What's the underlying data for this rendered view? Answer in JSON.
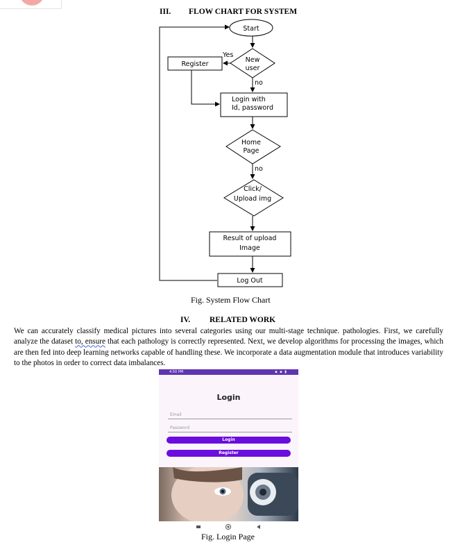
{
  "section3": {
    "number": "III.",
    "title": "FLOW CHART FOR SYSTEM"
  },
  "flowchart": {
    "start": "Start",
    "new_user": [
      "New",
      "user"
    ],
    "yes": "Yes",
    "register": "Register",
    "no_1": "no",
    "login": [
      "Login with",
      "Id, password"
    ],
    "home": [
      "Home",
      "Page"
    ],
    "no_2": "no",
    "upload": [
      "Click/",
      "Upload img"
    ],
    "result": [
      "Result of upload",
      "Image"
    ],
    "logout": "Log Out"
  },
  "caption1": "Fig. System Flow Chart",
  "section4": {
    "number": "IV.",
    "title": "RELATED WORK"
  },
  "paragraph": {
    "before": "We can accurately classify medical pictures into several categories using our multi-stage technique. pathologies. First, we carefully analyze the dataset ",
    "marked": "to, ensure",
    "after": " that each pathology is correctly represented. Next, we develop algorithms for processing the images, which are then fed into deep learning networks capable of handling these. We incorporate a data augmentation module that introduces variability to the photos in order to correct data imbalances."
  },
  "phone": {
    "status_time": "4:50 PM",
    "title": "Login",
    "email_placeholder": "Email",
    "password_placeholder": "Password",
    "login_button": "Login",
    "register_button": "Register",
    "colors": {
      "status_bar": "#5e35b1",
      "button": "#6a0dde",
      "background": "#fbf4fb"
    }
  },
  "caption2": "Fig. Login Page"
}
